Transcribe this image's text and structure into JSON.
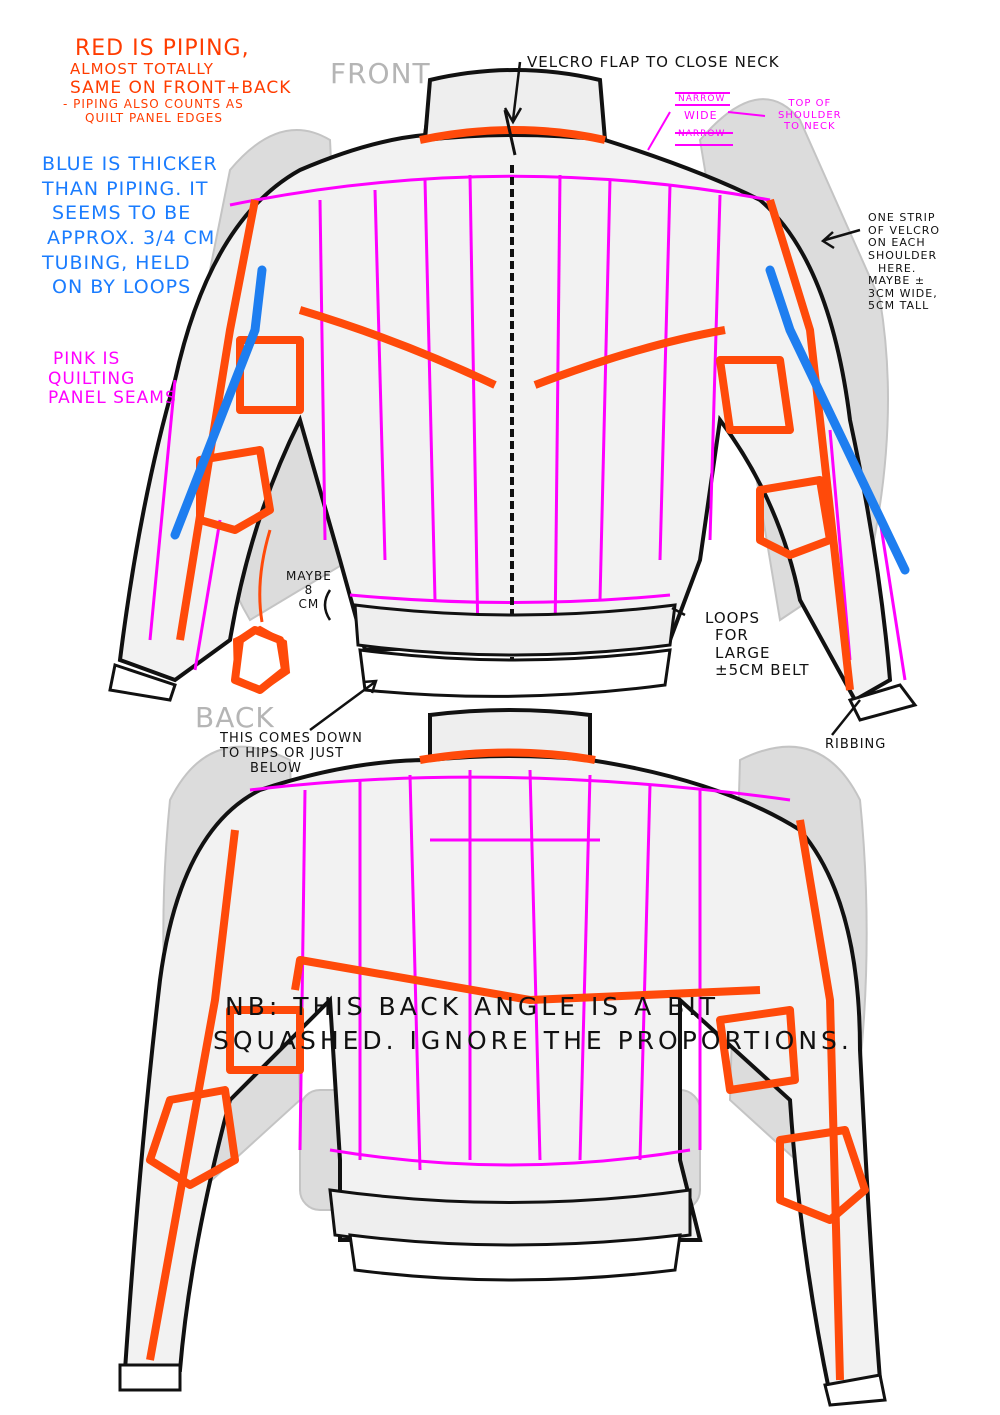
{
  "colors": {
    "piping": "#ff4a0a",
    "tubing": "#1e7ef0",
    "seams": "#ff00ff",
    "ink": "#111111",
    "photo": "#d8d8d8"
  },
  "notes": {
    "red_lines": [
      "Red is piping,",
      "almost totally",
      "same on front+back",
      "- piping also counts as",
      "quilt panel edges"
    ],
    "front_label": "FRONT",
    "velcro_neck": "Velcro flap to close neck",
    "collar_bands": [
      "narrow",
      "wide",
      "narrow"
    ],
    "shoulder_to_neck": [
      "Top of",
      "shoulder",
      "to neck"
    ],
    "blue_lines": [
      "Blue is thicker",
      "than piping. It",
      "seems to be",
      "approx. 3/4 cm",
      "tubing, held",
      "on by loops"
    ],
    "velcro_shoulder": [
      "One strip",
      "of velcro",
      "on each",
      "shoulder",
      "here.",
      "Maybe ±",
      "3cm wide,",
      "5cm tall"
    ],
    "pink_lines": [
      "Pink is",
      "quilting",
      "panel seams"
    ],
    "maybe_8cm": [
      "Maybe",
      "8",
      "cm"
    ],
    "belt_loops": [
      "Loops",
      "for",
      "large",
      "±5cm belt"
    ],
    "back_label": "BACK",
    "hips": [
      "This comes down",
      "to hips or just",
      "below"
    ],
    "ribbing": "Ribbing",
    "nb": [
      "NB: This back angle is a bit",
      "squashed. Ignore the proportions."
    ]
  }
}
